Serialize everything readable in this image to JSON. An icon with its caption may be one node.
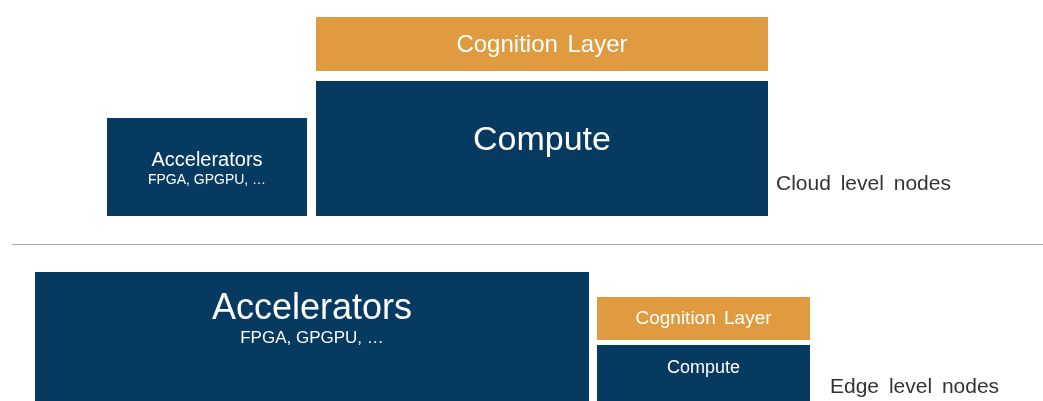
{
  "diagram": {
    "nodes": [
      {
        "text": [
          "Cognition Layer"
        ]
      },
      {
        "text": [
          "Accelerators",
          "FPGA, GPGPU, …"
        ]
      },
      {
        "text": [
          "Compute"
        ]
      },
      {
        "text": [
          "Accelerators",
          "FPGA, GPGPU, …"
        ]
      },
      {
        "text": [
          "Cognition Layer"
        ]
      },
      {
        "text": [
          "Compute"
        ]
      }
    ],
    "labels": [
      "Cloud level nodes",
      "Edge level nodes"
    ]
  }
}
